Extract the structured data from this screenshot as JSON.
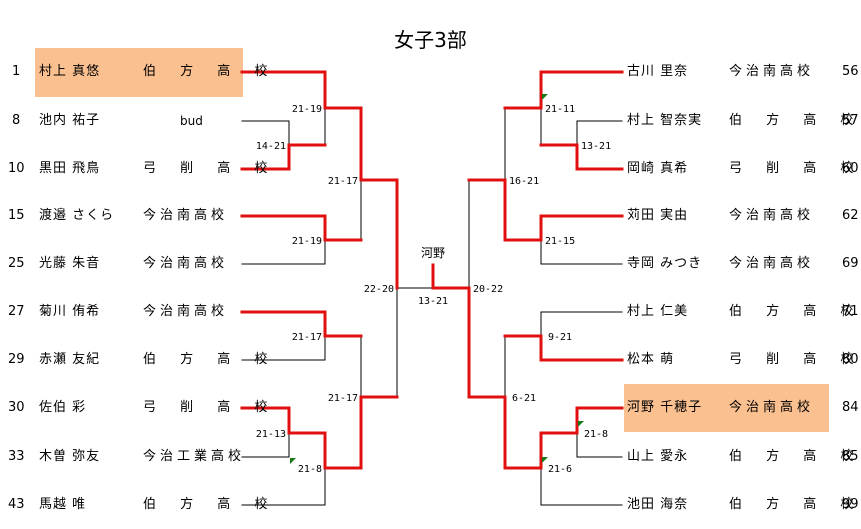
{
  "title": "女子3部",
  "colors": {
    "winner_line": "#e01010",
    "loser_line": "#000000",
    "highlight": "#fac090",
    "marker": "#1a7a1a"
  },
  "champion": "河野",
  "left_players": [
    {
      "seed": "1",
      "name": "村上 真悠",
      "school": "伯 方 高 校",
      "highlight": true
    },
    {
      "seed": "8",
      "name": "池内 祐子",
      "school": "bud",
      "is_bud": true
    },
    {
      "seed": "10",
      "name": "黒田 飛鳥",
      "school": "弓 削 高 校"
    },
    {
      "seed": "15",
      "name": "渡邉 さくら",
      "school": "今治南高校"
    },
    {
      "seed": "25",
      "name": "光藤 朱音",
      "school": "今治南高校"
    },
    {
      "seed": "27",
      "name": "菊川 侑希",
      "school": "今治南高校"
    },
    {
      "seed": "29",
      "name": "赤瀬 友紀",
      "school": "伯 方 高 校"
    },
    {
      "seed": "30",
      "name": "佐伯 彩",
      "school": "弓 削 高 校"
    },
    {
      "seed": "33",
      "name": "木曽 弥友",
      "school": "今治工業高校"
    },
    {
      "seed": "43",
      "name": "馬越 唯",
      "school": "伯 方 高 校"
    }
  ],
  "right_players": [
    {
      "seed": "56",
      "name": "古川 里奈",
      "school": "今治南高校"
    },
    {
      "seed": "57",
      "name": "村上 智奈実",
      "school": "伯 方 高 校"
    },
    {
      "seed": "60",
      "name": "岡崎 真希",
      "school": "弓 削 高 校"
    },
    {
      "seed": "62",
      "name": "苅田 実由",
      "school": "今治南高校"
    },
    {
      "seed": "69",
      "name": "寺岡 みつき",
      "school": "今治南高校"
    },
    {
      "seed": "71",
      "name": "村上 仁美",
      "school": "伯 方 高 校"
    },
    {
      "seed": "80",
      "name": "松本 萌",
      "school": "弓 削 高 校"
    },
    {
      "seed": "84",
      "name": "河野 千穂子",
      "school": "今治南高校",
      "highlight": true
    },
    {
      "seed": "85",
      "name": "山上 愛永",
      "school": "伯 方 高 校"
    },
    {
      "seed": "99",
      "name": "池田 海奈",
      "school": "伯 方 高 校"
    }
  ],
  "scores": {
    "l_r1_a": "14-21",
    "l_r2_a": "21-19",
    "l_r1_b": "21-19",
    "l_qf_a": "21-17",
    "l_r1_c": "21-17",
    "l_r1_d": "21-13",
    "l_r2_d": "21-8",
    "l_qf_b": "21-17",
    "l_sf": "22-20",
    "final": "13-21",
    "r_sf": "20-22",
    "r_r2_a": "21-11",
    "r_r1_a": "13-21",
    "r_qf_a": "16-21",
    "r_r1_b": "21-15",
    "r_r1_c": "9-21",
    "r_qf_b": "6-21",
    "r_r1_d": "21-8",
    "r_r2_d": "21-6"
  }
}
